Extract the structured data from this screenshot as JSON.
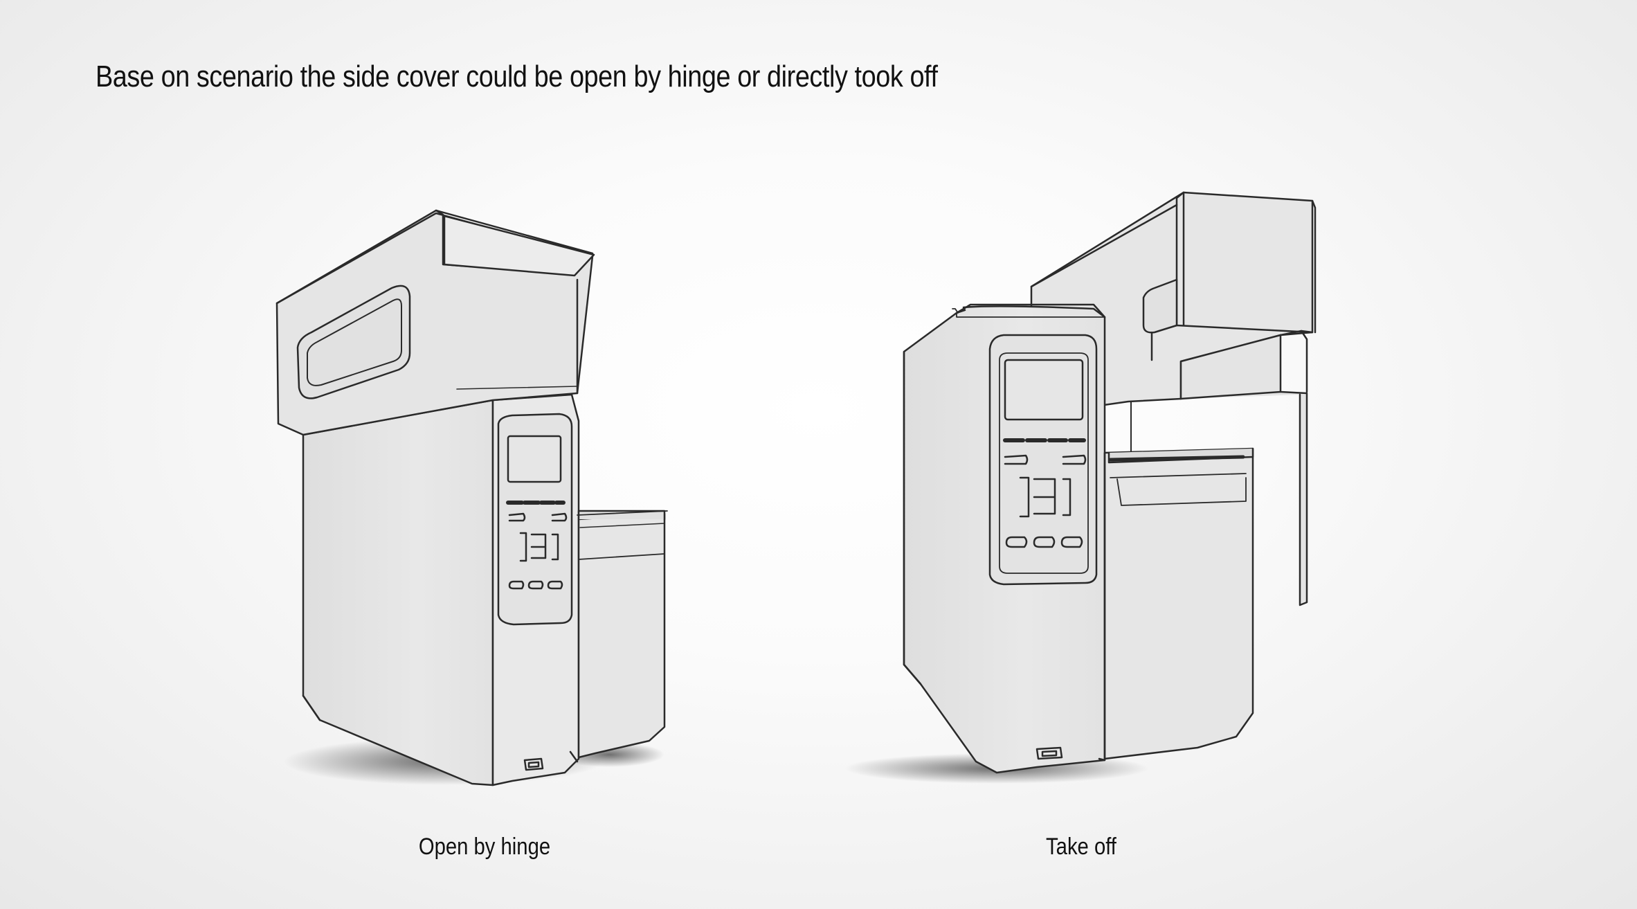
{
  "title": "Base on scenario  the side cover could be open by hinge or directly took off",
  "figures": [
    {
      "caption": "Open by hinge",
      "icon": "printer-hinged-cover-illustration"
    },
    {
      "caption": "Take off",
      "icon": "printer-removed-cover-illustration"
    }
  ],
  "colors": {
    "body": "#e4e4e4",
    "side": "#d9d9d9",
    "stroke": "#2a2a2a",
    "shadow": "#1a1a1a"
  }
}
